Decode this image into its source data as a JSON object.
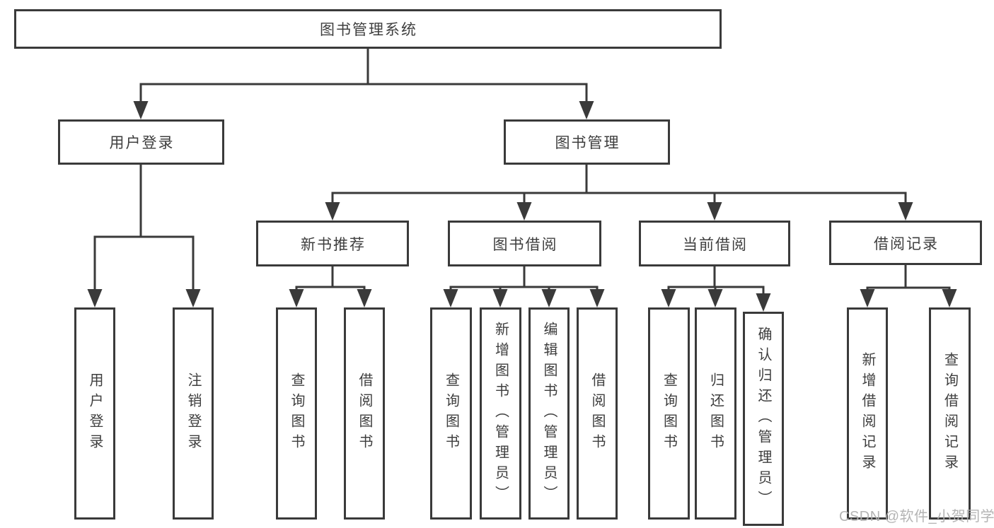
{
  "tree": {
    "label": "图书管理系统",
    "children": [
      {
        "label": "用户登录",
        "children": [
          {
            "label": "用户登录"
          },
          {
            "label": "注销登录"
          }
        ]
      },
      {
        "label": "图书管理",
        "children": [
          {
            "label": "新书推荐",
            "children": [
              {
                "label": "查询图书"
              },
              {
                "label": "借阅图书"
              }
            ]
          },
          {
            "label": "图书借阅",
            "children": [
              {
                "label": "查询图书"
              },
              {
                "label": "新增图书（管理员）"
              },
              {
                "label": "编辑图书（管理员）"
              },
              {
                "label": "借阅图书"
              }
            ]
          },
          {
            "label": "当前借阅",
            "children": [
              {
                "label": "查询图书"
              },
              {
                "label": "归还图书"
              },
              {
                "label": "确认归还（管理员）"
              }
            ]
          },
          {
            "label": "借阅记录",
            "children": [
              {
                "label": "新增借阅记录"
              },
              {
                "label": "查询借阅记录"
              }
            ]
          }
        ]
      }
    ]
  },
  "watermark": "CSDN @软件_小贺同学",
  "colors": {
    "line": "#3a3a3a",
    "text": "#3e3e3e",
    "background": "#ffffff",
    "watermark": "#b0b0b0"
  }
}
